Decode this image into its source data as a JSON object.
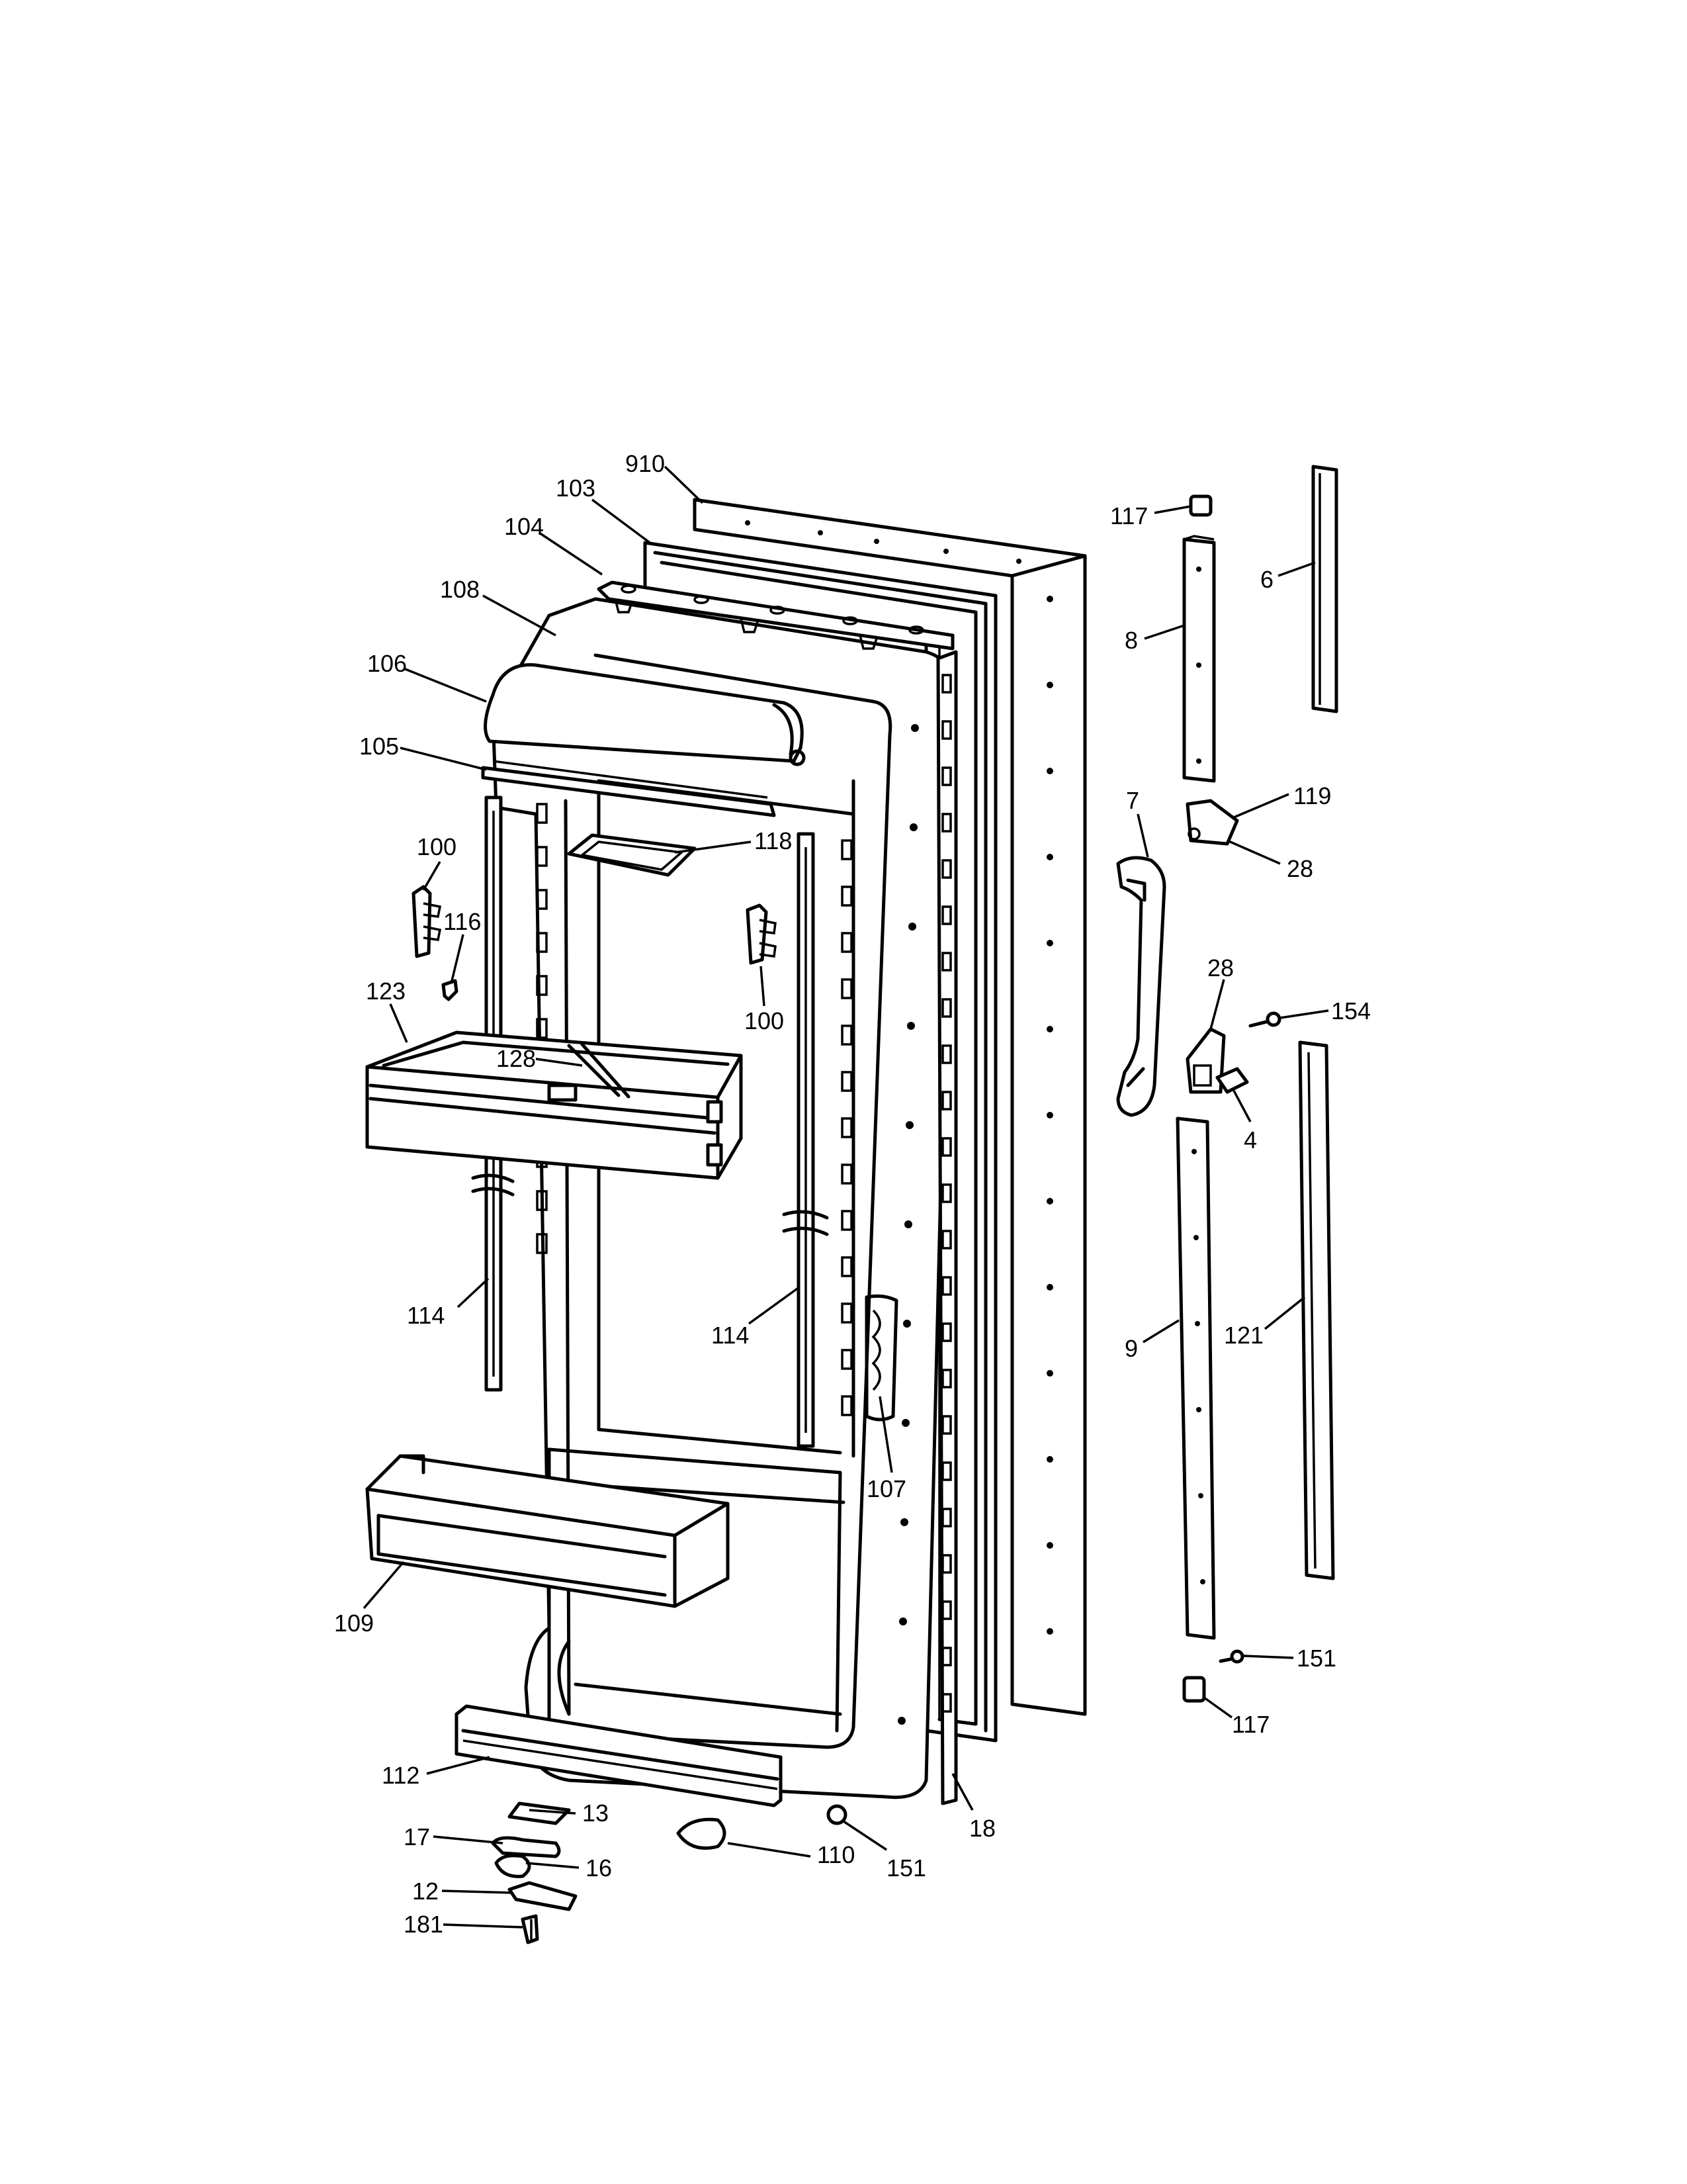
{
  "labels": {
    "p910": "910",
    "p103": "103",
    "p104": "104",
    "p108": "108",
    "p106": "106",
    "p105": "105",
    "p100a": "100",
    "p116": "116",
    "p118": "118",
    "p100b": "100",
    "p123": "123",
    "p128": "128",
    "p114a": "114",
    "p114b": "114",
    "p107": "107",
    "p109": "109",
    "p112": "112",
    "p13": "13",
    "p17": "17",
    "p16": "16",
    "p12": "12",
    "p181": "181",
    "p110": "110",
    "p151a": "151",
    "p18": "18",
    "p117a": "117",
    "p8": "8",
    "p6": "6",
    "p119": "119",
    "p28a": "28",
    "p7": "7",
    "p28b": "28",
    "p154": "154",
    "p4": "4",
    "p9": "9",
    "p121": "121",
    "p151b": "151",
    "p117b": "117"
  }
}
